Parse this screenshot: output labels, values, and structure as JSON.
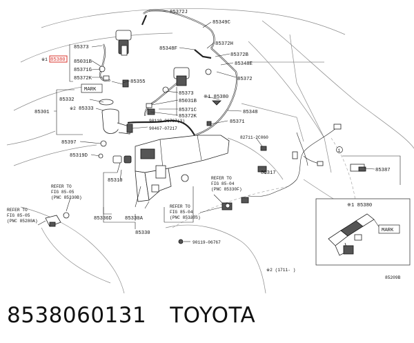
{
  "labels": {
    "top_left": {
      "r372j": "85372J",
      "r349c": "85349C",
      "r348f": "85348F",
      "r372h": "85372H",
      "r372b": "85372B",
      "r348e": "85348E",
      "r372": "85372",
      "r373": "85373",
      "star1": "※1",
      "r380": "85380",
      "r031b": "85031B",
      "r371g": "85371G",
      "r372k": "85372K",
      "mark": "MARK",
      "r355": "85355",
      "r332": "85332",
      "r301": "85301",
      "star2": "※2",
      "r333": "85333"
    },
    "center": {
      "r373b": "85373",
      "r380b": "※1 85380",
      "r031bb": "85031B",
      "r371c": "85371C",
      "r372kb": "85372K",
      "r348": "85348",
      "r119a": "90119-06767(3)",
      "r371": "85371",
      "r467": "90467-07217",
      "r397": "85397",
      "r319d": "85319D",
      "r2711": "82711-2C060",
      "r317": "85317",
      "r310": "85310",
      "r336d": "85336D",
      "r330a": "85330A",
      "r330": "85330",
      "r119b": "90119-06767"
    },
    "refers": {
      "a1": "REFER TO",
      "a2": "FIG 85-05",
      "a3": "(PNC 85330B)",
      "b1": "REFER TO",
      "b2": "FIG 85-05",
      "b3": "(PNC 85280A)",
      "c1": "REFER TO",
      "c2": "FIG 85-04",
      "c3": "(PNC 85330F)",
      "d1": "REFER TO",
      "d2": "FIG 85-04",
      "d3": "(PNC 85330S)"
    },
    "right": {
      "circ1": "1",
      "r387": "85387",
      "inset_title": "※1 85380",
      "inset_mark": "MARK",
      "note": "※2 (1711-      )",
      "figno": "85209B"
    }
  },
  "footer": {
    "part_number": "8538060131",
    "brand": "TOYOTA"
  },
  "colors": {
    "highlight": "#d9302a"
  }
}
